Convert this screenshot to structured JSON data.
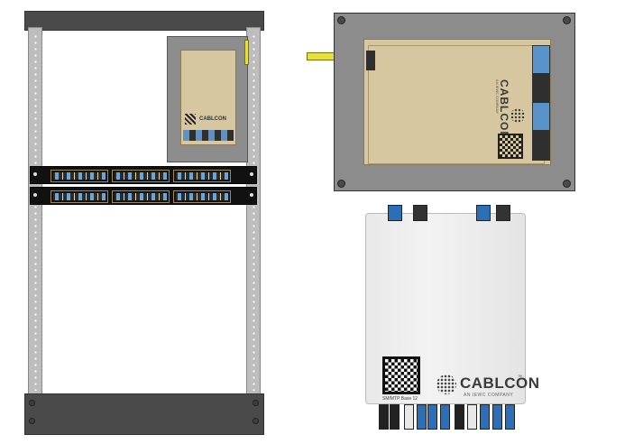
{
  "brand": {
    "name": "CABLCON",
    "tagline": "AN IEWC COMPANY",
    "trademark": "™"
  },
  "photo_module": {
    "caption": "SM/MTP Base 12"
  },
  "colors": {
    "fiber_yellow": "#e8e03a",
    "connector_blue": "#5a93c9",
    "connector_black": "#2f2f2f",
    "cassette_beige": "#d6c7a1",
    "enclosure_gray": "#8c8c8c",
    "rack_dark": "#4a4a4a"
  },
  "icons": {
    "qr": "qr-code-icon",
    "logo": "cablcon-logo-icon",
    "screw": "screw-icon"
  }
}
